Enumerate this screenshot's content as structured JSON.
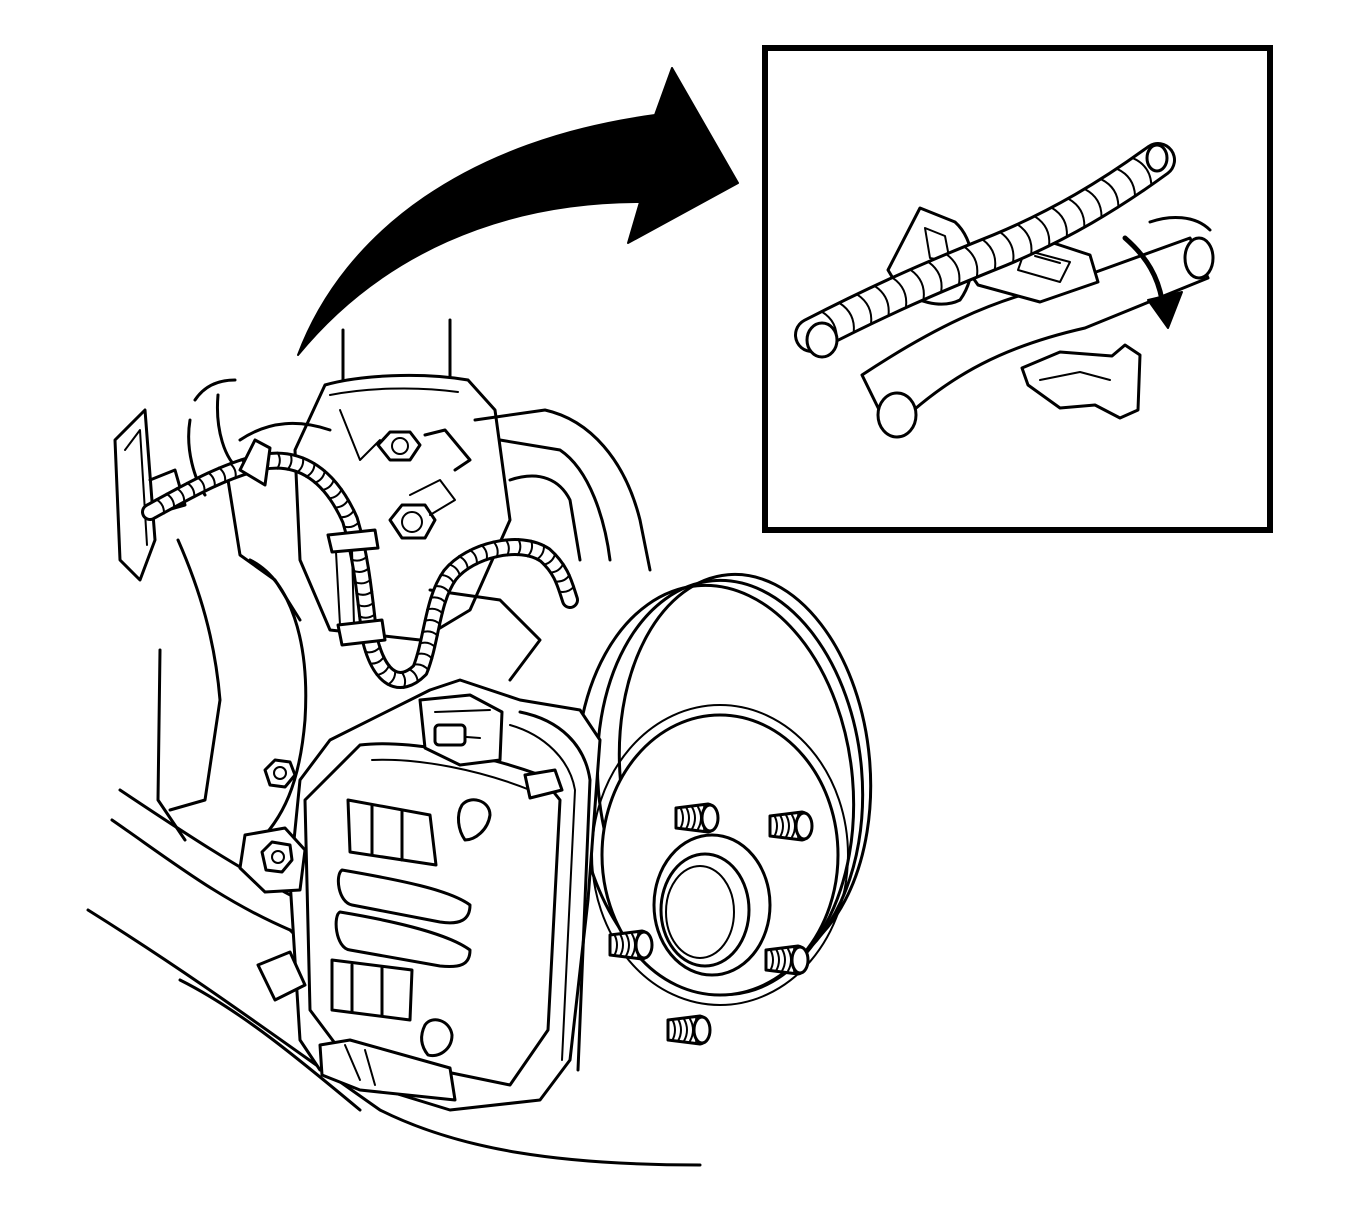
{
  "colors": {
    "ink": "#000000",
    "paper": "#ffffff"
  },
  "figure": {
    "callout_arrow": "curved-arrow",
    "inset": "inset-detail-view",
    "subject": "front-brake-caliper-rotor-wheel-speed-sensor-harness"
  },
  "wheel": {
    "stud_count": 5
  }
}
